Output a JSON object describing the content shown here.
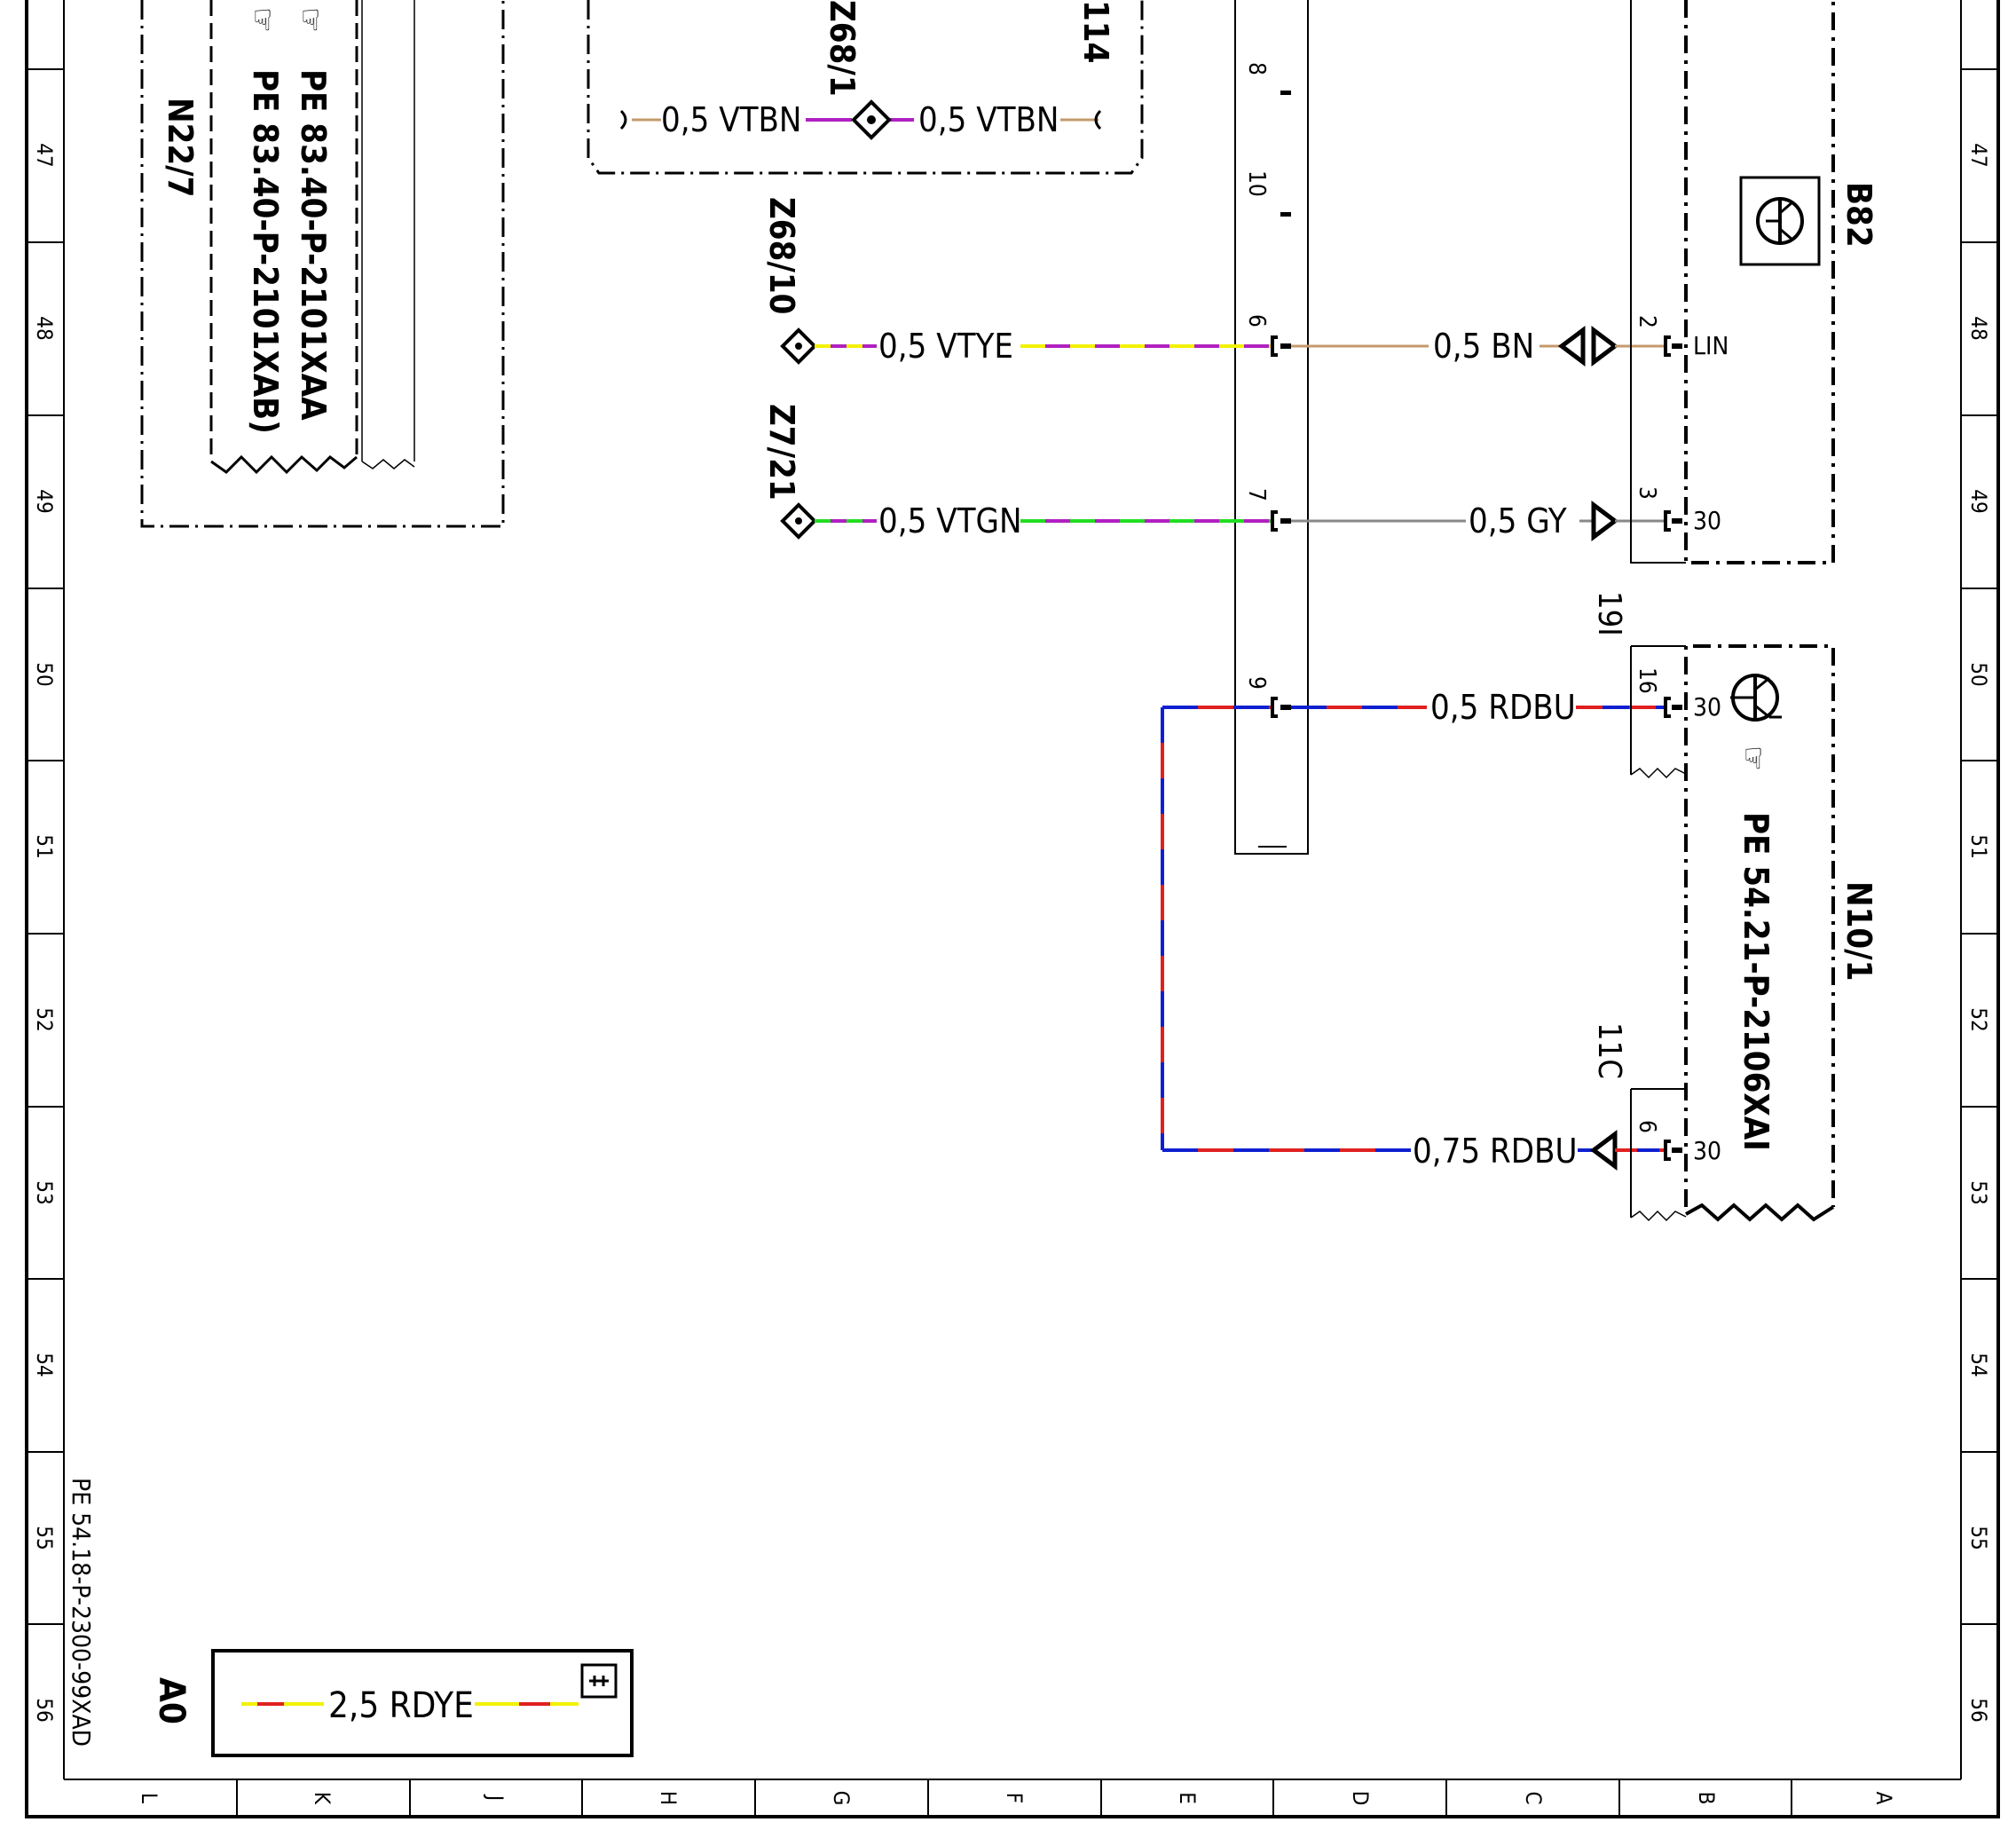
{
  "sheet": {
    "row_labels": [
      "47",
      "48",
      "49",
      "50",
      "51",
      "52",
      "53",
      "54",
      "55",
      "56"
    ],
    "column_labels": [
      "L",
      "K",
      "J",
      "H",
      "G",
      "F",
      "E",
      "D",
      "C",
      "B",
      "A"
    ],
    "document_number": "PE 54.18-P-2300-99XAD"
  },
  "components": {
    "n22_7": {
      "id": "N22/7",
      "ref_1": "PE  83.40-P-2101XAA",
      "ref_2": "PE  83.40-P-2101XAB)"
    },
    "top_box": {
      "id_partial": "114",
      "connector": "Z68/1",
      "wire_left": "0,5  VTBN",
      "wire_right": "0,5  VTBN"
    },
    "z68_10": {
      "id": "Z68/10"
    },
    "z7_21": {
      "id": "Z7/21"
    },
    "b82": {
      "id": "B82",
      "pin_lin": "LIN",
      "pin_30": "30",
      "pin_lin_no": "2",
      "pin_30_no": "3"
    },
    "n10_1": {
      "id": "N10/1",
      "ref": "PE  54.21-P-2106XAI",
      "connector_top": "19I",
      "connector_bottom": "11C",
      "pin_a_no": "16",
      "pin_b_no": "6",
      "pin_a_label": "30",
      "pin_b_label": "30"
    },
    "harness": {
      "pins": [
        "8",
        "10",
        "6",
        "7",
        "9"
      ]
    },
    "a0": {
      "id": "A0",
      "wire": "2,5  RDYE"
    }
  },
  "wires": [
    {
      "label": "0,5  VTYE"
    },
    {
      "label": "0,5  BN"
    },
    {
      "label": "0,5  VTGN"
    },
    {
      "label": "0,5  GY"
    },
    {
      "label": "0,5  RDBU"
    },
    {
      "label": "0,75  RDBU"
    }
  ],
  "colors": {
    "violet": "#b020c0",
    "yellow": "#f2f200",
    "green": "#22dd22",
    "brown": "#c49a6c",
    "grey": "#888888",
    "red": "#e02020",
    "blue": "#1020d0"
  }
}
